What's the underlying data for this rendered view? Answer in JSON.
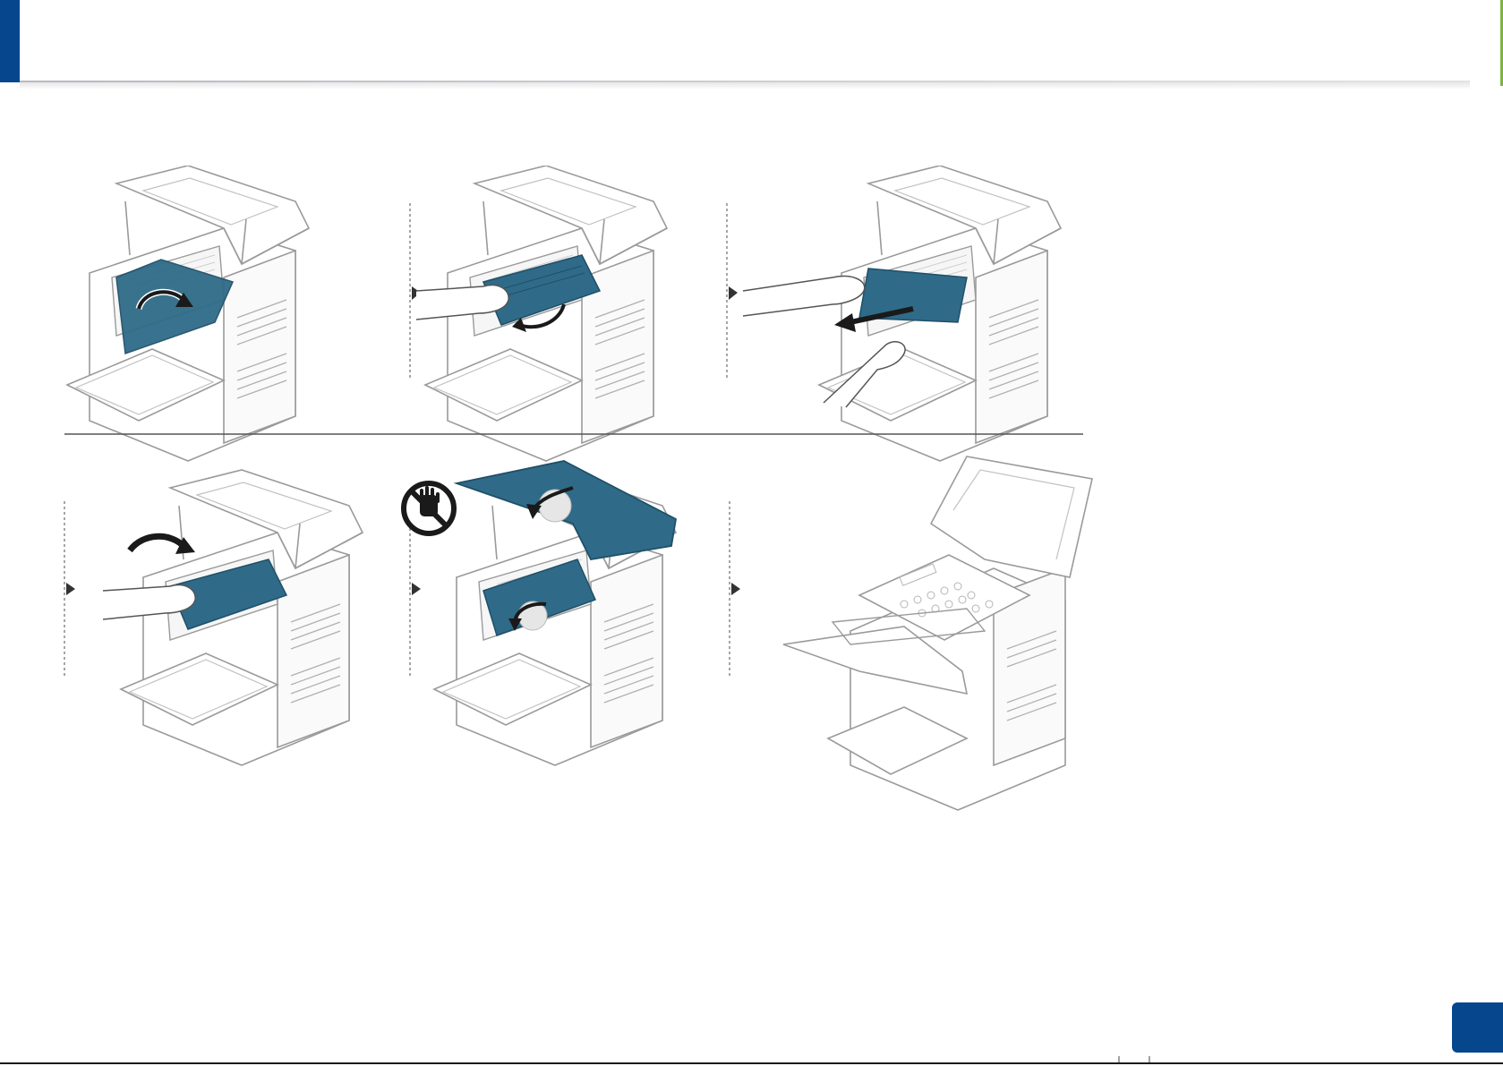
{
  "page": {
    "accent_color": "#06468c",
    "page_number": ""
  },
  "figure": {
    "steps": [
      {
        "id": 1,
        "action": "open-inner-cover",
        "icon": "curved-arrow-icon"
      },
      {
        "id": 2,
        "action": "remove-toner-cartridge",
        "icon": "curved-arrow-icon"
      },
      {
        "id": 3,
        "action": "pull-out-jammed-paper",
        "icon": "straight-arrow-icon"
      },
      {
        "id": 4,
        "action": "reinsert-toner-cartridge",
        "icon": "curved-arrow-icon"
      },
      {
        "id": 5,
        "action": "close-covers",
        "icon": "no-touch-hand-icon"
      },
      {
        "id": 6,
        "action": "finished-printer",
        "icon": "printer-icon"
      }
    ],
    "highlight_color": "#2f6b88"
  }
}
